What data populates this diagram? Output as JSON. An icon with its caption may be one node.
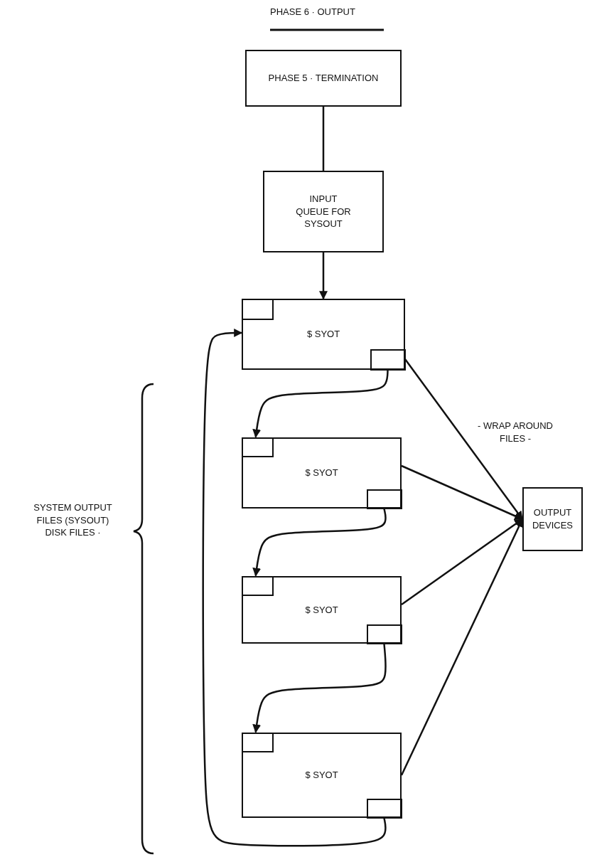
{
  "diagram": {
    "title": "PHASE 6 · OUTPUT",
    "nodes": [
      {
        "text": [
          "PHASE 5 · TERMINATION"
        ]
      },
      {
        "text": [
          "INPUT QUEUE FOR SYSOUT"
        ]
      },
      {
        "text": [
          "$ SYOT"
        ]
      },
      {
        "text": [],
        "shape": "box",
        "in": 2
      },
      {
        "text": [],
        "shape": "box",
        "in": 2
      },
      {
        "text": [
          "$ SYOT"
        ]
      },
      {
        "text": [],
        "shape": "box",
        "in": 5
      },
      {
        "text": [],
        "shape": "box",
        "in": 5
      },
      {
        "text": [
          "$ SYOT"
        ]
      },
      {
        "text": [],
        "shape": "box",
        "in": 8
      },
      {
        "text": [],
        "shape": "box",
        "in": 8
      },
      {
        "text": [
          "$ SYOT"
        ]
      },
      {
        "text": [],
        "shape": "box",
        "in": 11
      },
      {
        "text": [],
        "shape": "box",
        "in": 11
      },
      {
        "text": [
          "OUTPUT DEVICES"
        ]
      }
    ],
    "edges": [
      {
        "from": 0,
        "to": 1,
        "arrow": "none"
      },
      {
        "from": 1,
        "to": 2,
        "arrow": "to"
      },
      {
        "from": 4,
        "to": 6,
        "arrow": "to"
      },
      {
        "from": 7,
        "to": 9,
        "arrow": "to"
      },
      {
        "from": 10,
        "to": 12,
        "arrow": "to"
      },
      {
        "from": 13,
        "to": 2,
        "arrow": "to"
      },
      {
        "from": 2,
        "to": 14,
        "arrow": "to"
      },
      {
        "from": 5,
        "to": 14,
        "arrow": "to"
      },
      {
        "from": 8,
        "to": 14,
        "arrow": "to"
      },
      {
        "from": 11,
        "to": 14,
        "arrow": "to"
      }
    ],
    "labels": [
      "- WRAP AROUND FILES -",
      "SYSTEM OUTPUT FILES (SYSOUT) DISK FILES ·"
    ]
  }
}
